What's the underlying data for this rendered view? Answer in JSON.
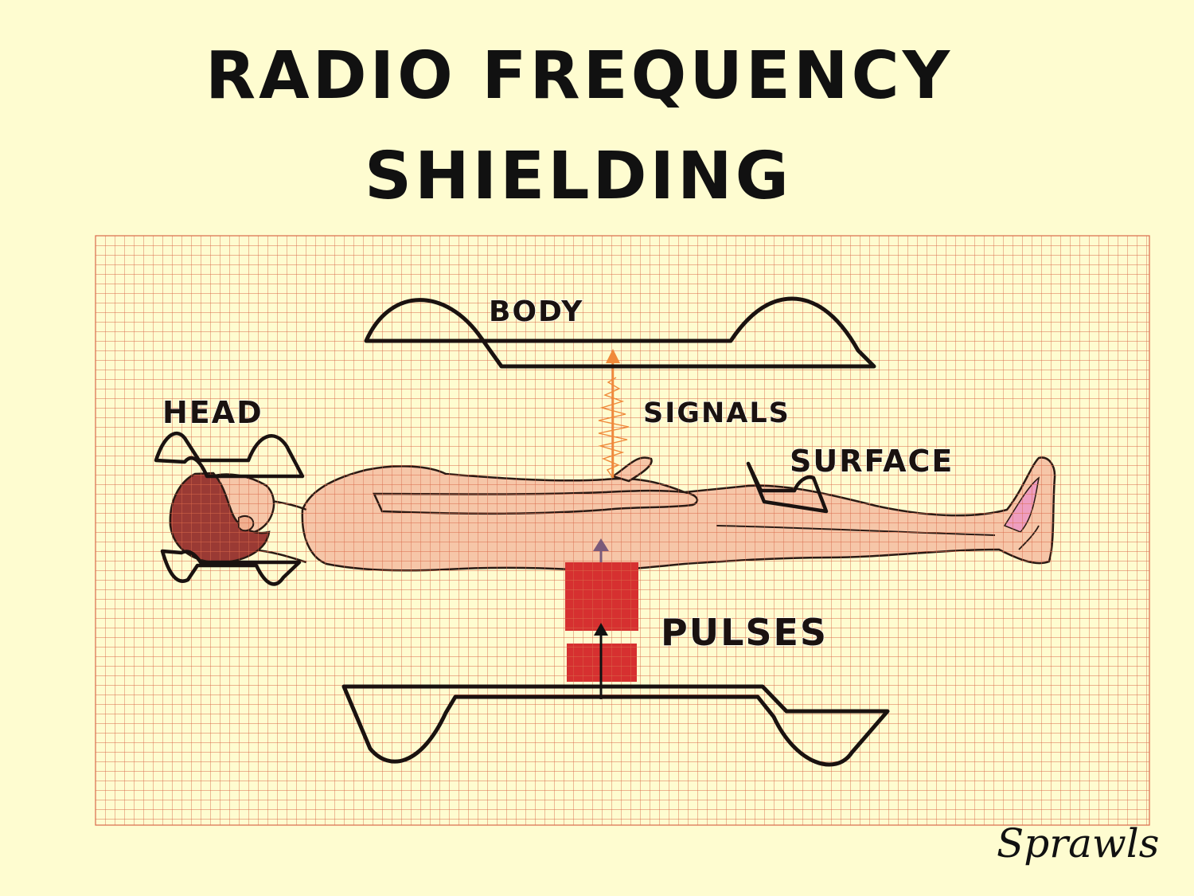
{
  "title": {
    "line1": "RADIO FREQUENCY",
    "line2": "SHIELDING"
  },
  "labels": {
    "body": "BODY",
    "head": "HEAD",
    "signals": "SIGNALS",
    "surface": "SURFACE",
    "pulses": "PULSES"
  },
  "signature": "Sprawls",
  "colors": {
    "background": "#fefcd0",
    "grid_line": "#d96a4a",
    "skin": "#f6c6a8",
    "hair": "#9a3a34",
    "pulse_block": "#d63030",
    "signal_arrow": "#f08a3a",
    "coil_outline": "#1a1210"
  }
}
